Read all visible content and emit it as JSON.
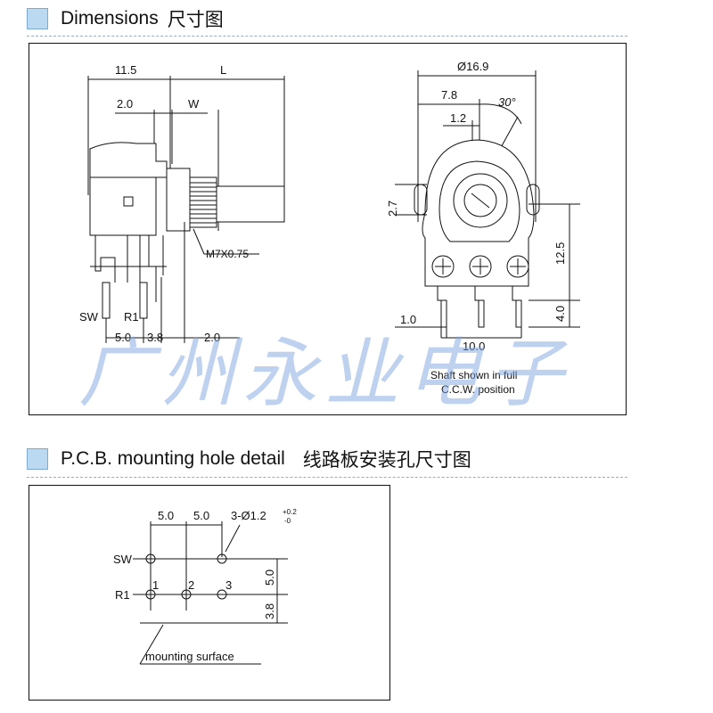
{
  "section1": {
    "title": "Dimensions",
    "title_cn": "尺寸图",
    "left_view": {
      "dims": {
        "d_11_5": "11.5",
        "d_L": "L",
        "d_2_0_top": "2.0",
        "d_W": "W",
        "thread": "M7X0.75",
        "pin_sw": "SW",
        "pin_r1": "R1",
        "d_5_0": "5.0",
        "d_3_8": "3.8",
        "d_2_0_bottom": "2.0"
      }
    },
    "right_view": {
      "dims": {
        "diameter": "Ø16.9",
        "d_7_8": "7.8",
        "angle": "30°",
        "d_1_2": "1.2",
        "d_2_7": "2.7",
        "d_12_5": "12.5",
        "d_4_0": "4.0",
        "d_1_0": "1.0",
        "d_10_0": "10.0"
      },
      "note_line1": "Shaft shown in full",
      "note_line2": "C.C.W. position"
    }
  },
  "section2": {
    "title": "P.C.B. mounting hole detail",
    "title_cn": "线路板安装孔尺寸图",
    "dims": {
      "pitch1": "5.0",
      "pitch2": "5.0",
      "hole_spec": "3-Ø1.2",
      "tol_plus": "+0.2",
      "tol_minus": "-0",
      "row_sw": "SW",
      "row_r1": "R1",
      "pin1": "1",
      "pin2": "2",
      "pin3": "3",
      "v_5_0": "5.0",
      "v_3_8": "3.8",
      "mount_label": "mounting surface"
    }
  },
  "watermark": "广州永业电子",
  "colors": {
    "header_square": "#bcd9f2",
    "watermark": "#7da5e1"
  }
}
